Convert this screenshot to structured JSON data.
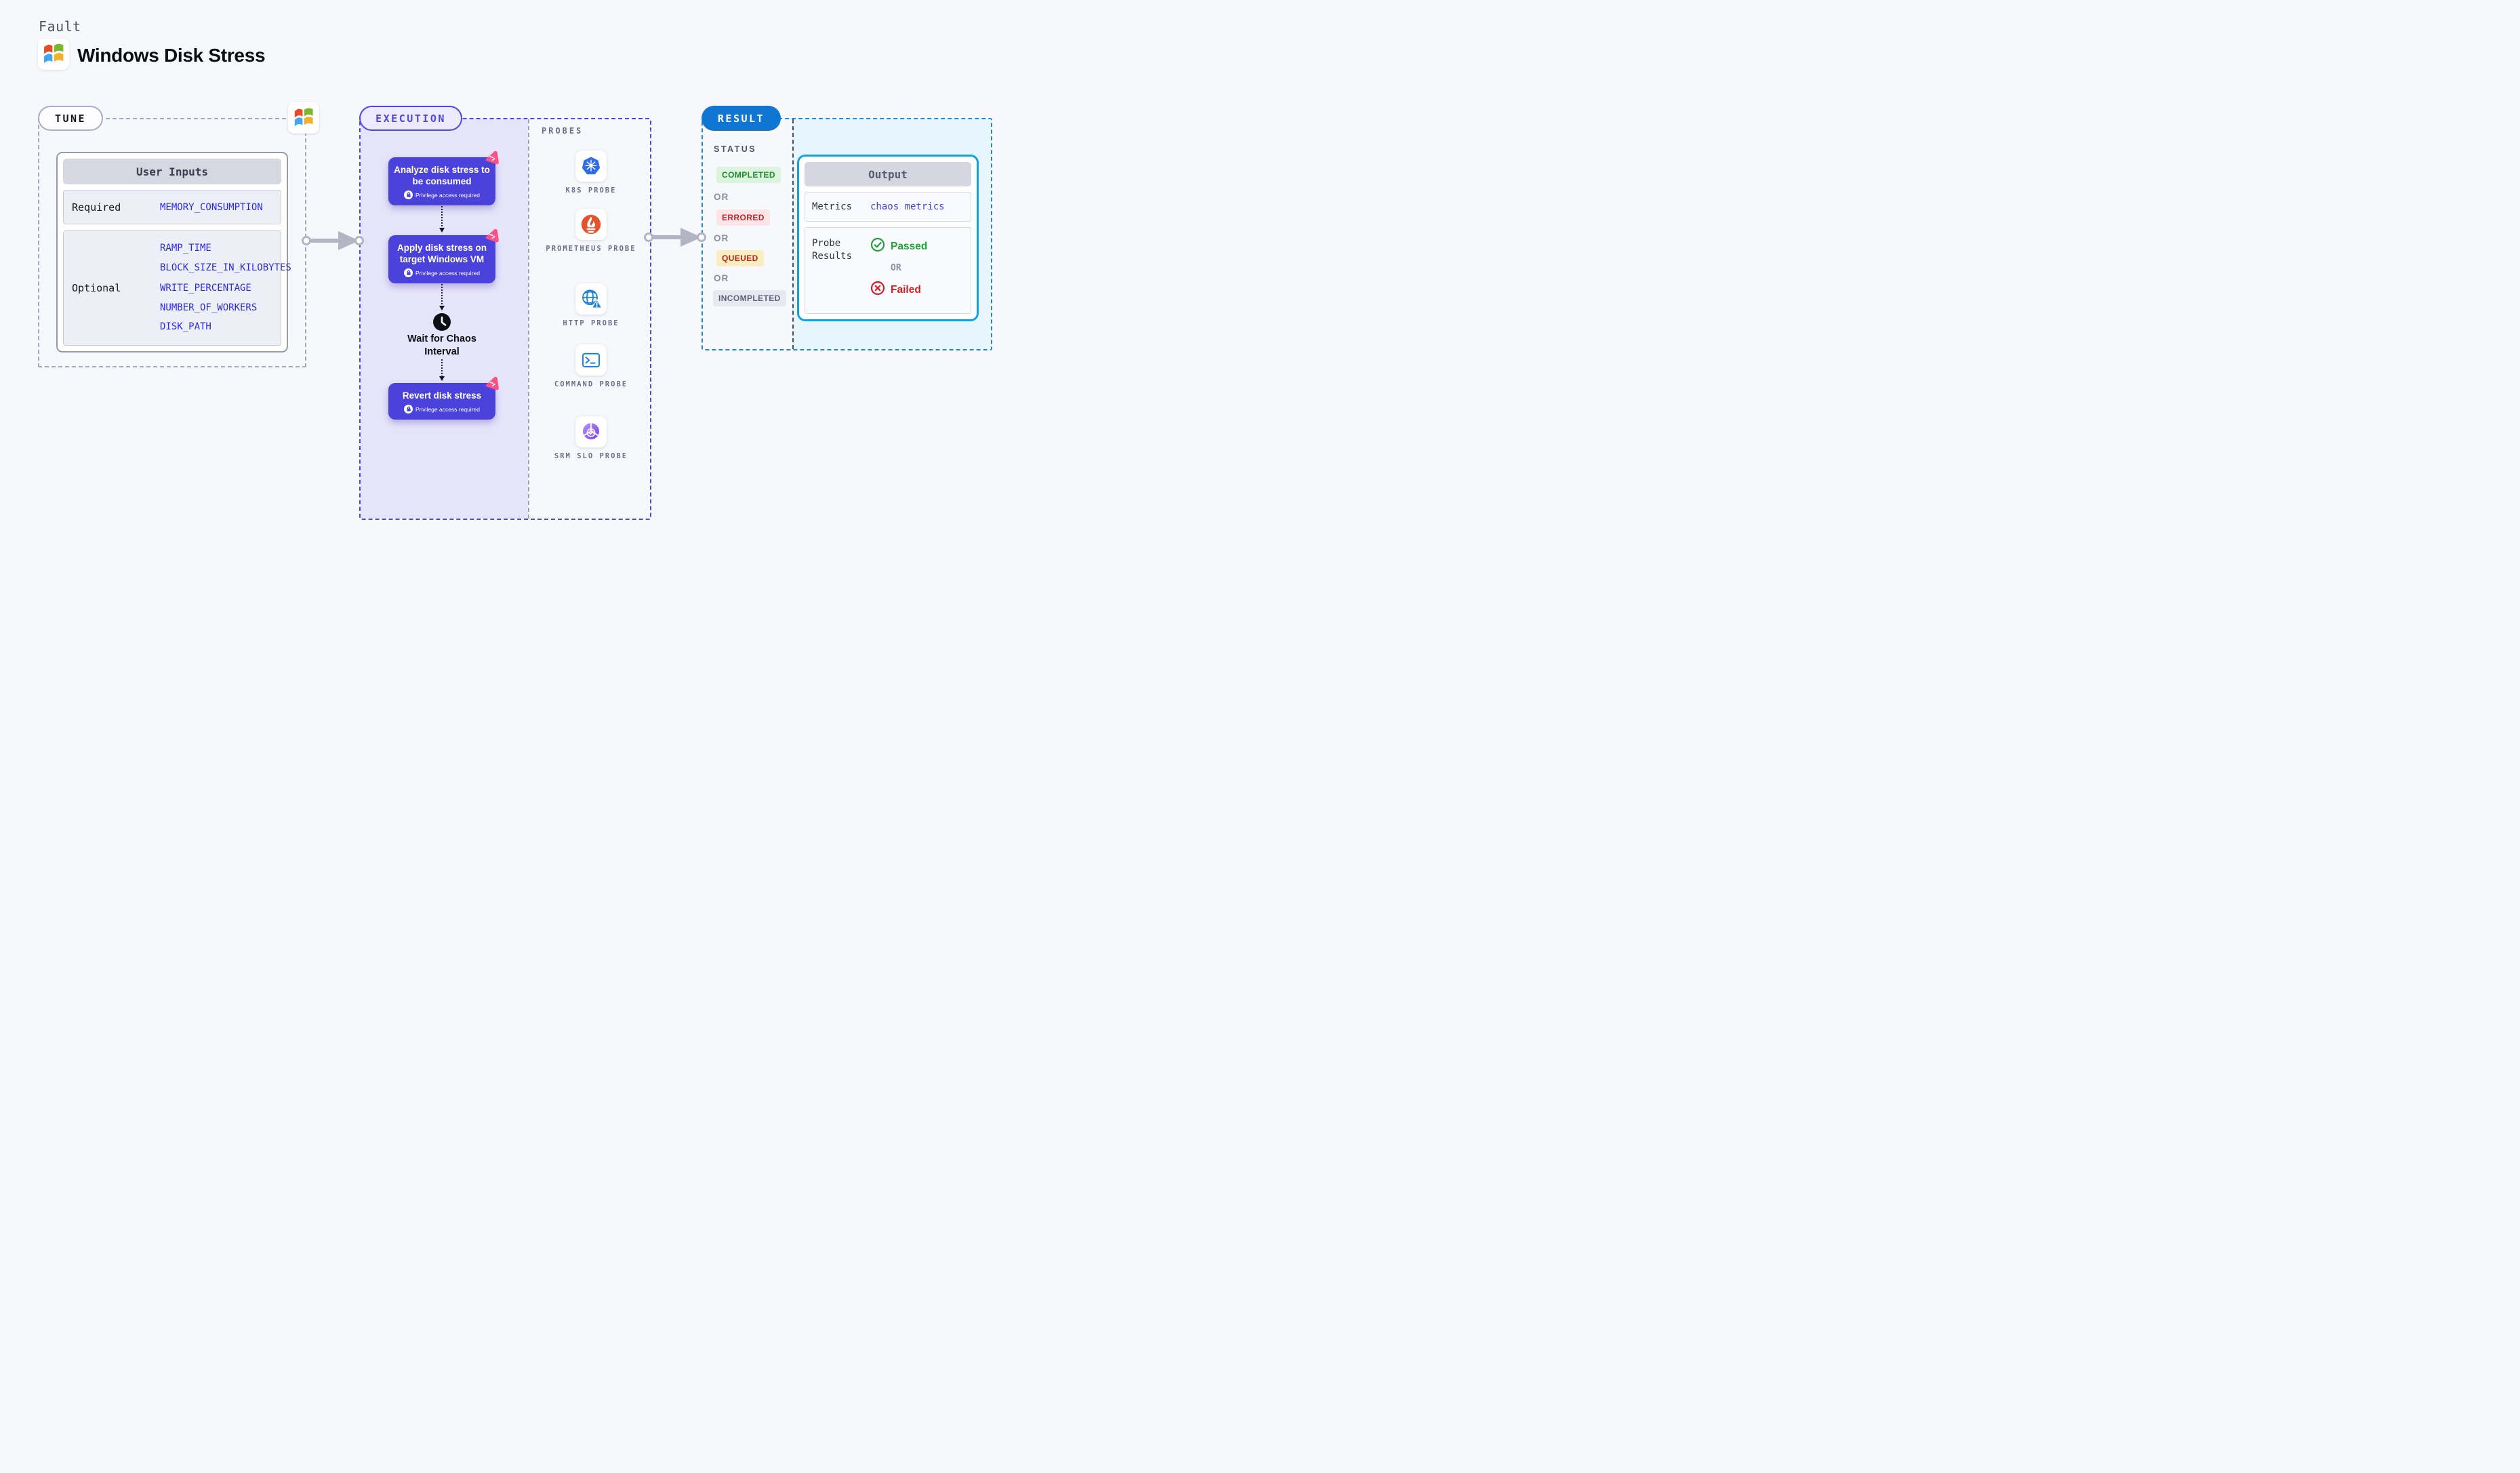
{
  "header": {
    "kicker": "Fault",
    "title": "Windows Disk Stress"
  },
  "tune": {
    "pill_label": "TUNE",
    "card_title": "User Inputs",
    "required_label": "Required",
    "required_params": [
      "MEMORY_CONSUMPTION"
    ],
    "optional_label": "Optional",
    "optional_params": [
      "RAMP_TIME",
      "BLOCK_SIZE_IN_KILOBYTES",
      "WRITE_PERCENTAGE",
      "NUMBER_OF_WORKERS",
      "DISK_PATH"
    ]
  },
  "execution": {
    "pill_label": "EXECUTION",
    "nodes": [
      {
        "title": "Analyze disk stress to be consumed",
        "privilege_note": "Privilege access required"
      },
      {
        "title": "Apply disk stress on target Windows VM",
        "privilege_note": "Privilege access required"
      },
      {
        "title": "Revert disk stress",
        "privilege_note": "Privilege access required"
      }
    ],
    "wait_label": "Wait for Chaos Interval"
  },
  "probes": {
    "heading": "PROBES",
    "items": [
      {
        "label": "K8S PROBE",
        "icon": "kubernetes-icon"
      },
      {
        "label": "PROMETHEUS PROBE",
        "icon": "prometheus-icon"
      },
      {
        "label": "HTTP PROBE",
        "icon": "http-globe-icon"
      },
      {
        "label": "COMMAND PROBE",
        "icon": "terminal-icon"
      },
      {
        "label": "SRM SLO PROBE",
        "icon": "srm-slo-icon"
      }
    ]
  },
  "result": {
    "pill_label": "RESULT",
    "status_heading": "STATUS",
    "or_label": "OR",
    "statuses": [
      {
        "label": "COMPLETED",
        "color": "#1d8c2d",
        "background": "#dcf3dd"
      },
      {
        "label": "ERRORED",
        "color": "#cb2127",
        "background": "#fbe5e6"
      },
      {
        "label": "QUEUED",
        "color": "#bf1f1f",
        "background": "#faeec0"
      },
      {
        "label": "INCOMPLETED",
        "color": "#5f637a",
        "background": "#e7e8f0"
      }
    ],
    "output": {
      "card_title": "Output",
      "metrics_label": "Metrics",
      "metrics_value": "chaos metrics",
      "probe_results_label": "Probe Results",
      "passed_label": "Passed",
      "or_label": "OR",
      "failed_label": "Failed"
    }
  },
  "colors": {
    "page_background": "#f7f8fc",
    "accent_indigo": "#4f46e5",
    "node_purple": "#4b42dc",
    "execution_panel": "#e6e4f9",
    "result_blue": "#0f76d4",
    "result_border": "#2187d8",
    "output_border": "#10a3e2",
    "output_panel": "#e7f6fd",
    "param_link_blue": "#2b2ae2",
    "passed_green": "#22a03c",
    "failed_red": "#d32027",
    "arrow_gray": "#b4b4c4",
    "chaos_pink": "#fa5186"
  }
}
